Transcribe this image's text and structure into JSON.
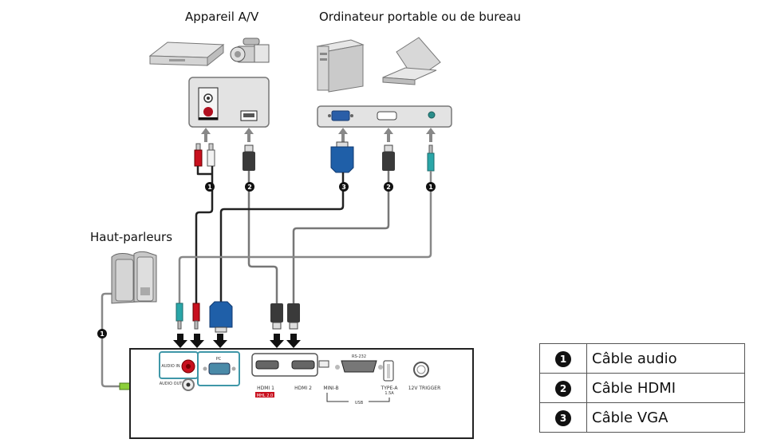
{
  "labels": {
    "av_device": "Appareil A/V",
    "computer": "Ordinateur portable ou de bureau",
    "speakers": "Haut-parleurs"
  },
  "cable_markers": {
    "audio": "1",
    "hdmi": "2",
    "vga": "3"
  },
  "projector_ports": {
    "audio_in": "AUDIO IN",
    "audio_out": "AUDIO OUT",
    "pc": "PC",
    "hdmi1": "HDMI 1",
    "hdmi1_badge": "MHL 2.0",
    "hdmi2": "HDMI 2",
    "mini_b": "MINI-B",
    "rs232": "RS-232",
    "type_a": "TYPE-A",
    "type_a_rating": "1.5A",
    "usb": "USB",
    "trigger": "12V TRIGGER"
  },
  "legend": [
    {
      "num": "1",
      "label": "Câble audio"
    },
    {
      "num": "2",
      "label": "Câble HDMI"
    },
    {
      "num": "3",
      "label": "Câble VGA"
    }
  ],
  "colors": {
    "vga_blue": "#1f5fa8",
    "audio_red": "#c8101e",
    "audio_teal": "#2aa6a8",
    "panel_teal": "#3f97a8",
    "audio_out_green": "#8ccf3a"
  }
}
